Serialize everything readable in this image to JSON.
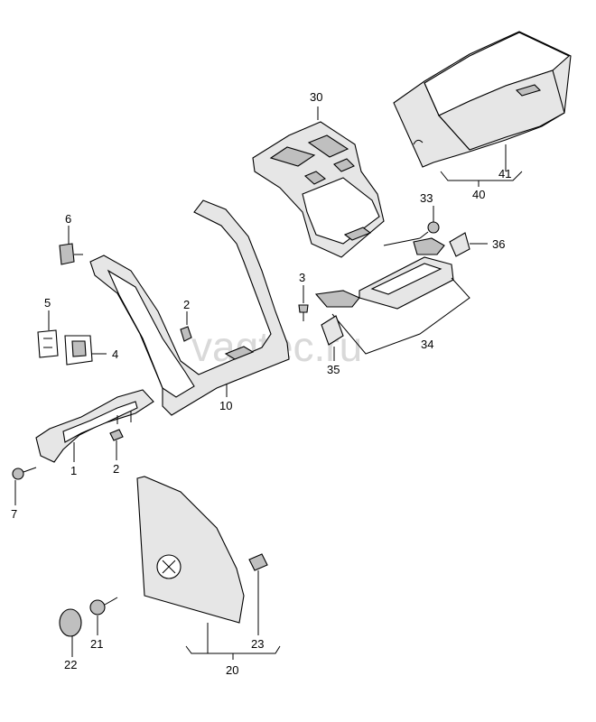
{
  "watermark": "vagtec.ru",
  "callouts": {
    "p1": "1",
    "p2a": "2",
    "p2b": "2",
    "p3": "3",
    "p4": "4",
    "p5": "5",
    "p6": "6",
    "p7": "7",
    "p10": "10",
    "p20": "20",
    "p21": "21",
    "p22": "22",
    "p23": "23",
    "p30": "30",
    "p33": "33",
    "p34": "34",
    "p35": "35",
    "p36": "36",
    "p40": "40",
    "p41": "41"
  }
}
